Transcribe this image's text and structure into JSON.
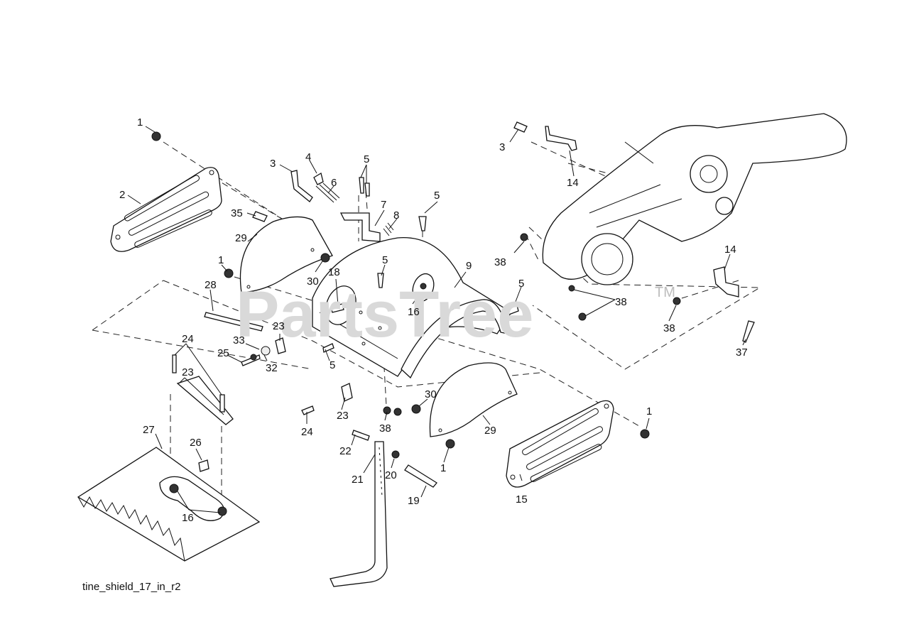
{
  "watermark": {
    "text": "PartsTree",
    "mark": "TM"
  },
  "caption": "tine_shield_17_in_r2",
  "callouts": [
    {
      "label": "1"
    },
    {
      "label": "2"
    },
    {
      "label": "3"
    },
    {
      "label": "4"
    },
    {
      "label": "5"
    },
    {
      "label": "6"
    },
    {
      "label": "5"
    },
    {
      "label": "7"
    },
    {
      "label": "8"
    },
    {
      "label": "35"
    },
    {
      "label": "29"
    },
    {
      "label": "1"
    },
    {
      "label": "30"
    },
    {
      "label": "18"
    },
    {
      "label": "5"
    },
    {
      "label": "16"
    },
    {
      "label": "9"
    },
    {
      "label": "5"
    },
    {
      "label": "28"
    },
    {
      "label": "23"
    },
    {
      "label": "33"
    },
    {
      "label": "25"
    },
    {
      "label": "32"
    },
    {
      "label": "5"
    },
    {
      "label": "24"
    },
    {
      "label": "23"
    },
    {
      "label": "23"
    },
    {
      "label": "24"
    },
    {
      "label": "38"
    },
    {
      "label": "30"
    },
    {
      "label": "29"
    },
    {
      "label": "22"
    },
    {
      "label": "20"
    },
    {
      "label": "21"
    },
    {
      "label": "1"
    },
    {
      "label": "19"
    },
    {
      "label": "27"
    },
    {
      "label": "26"
    },
    {
      "label": "16"
    },
    {
      "label": "1"
    },
    {
      "label": "15"
    },
    {
      "label": "3"
    },
    {
      "label": "14"
    },
    {
      "label": "38"
    },
    {
      "label": "14"
    },
    {
      "label": "38"
    },
    {
      "label": "38"
    },
    {
      "label": "37"
    }
  ]
}
